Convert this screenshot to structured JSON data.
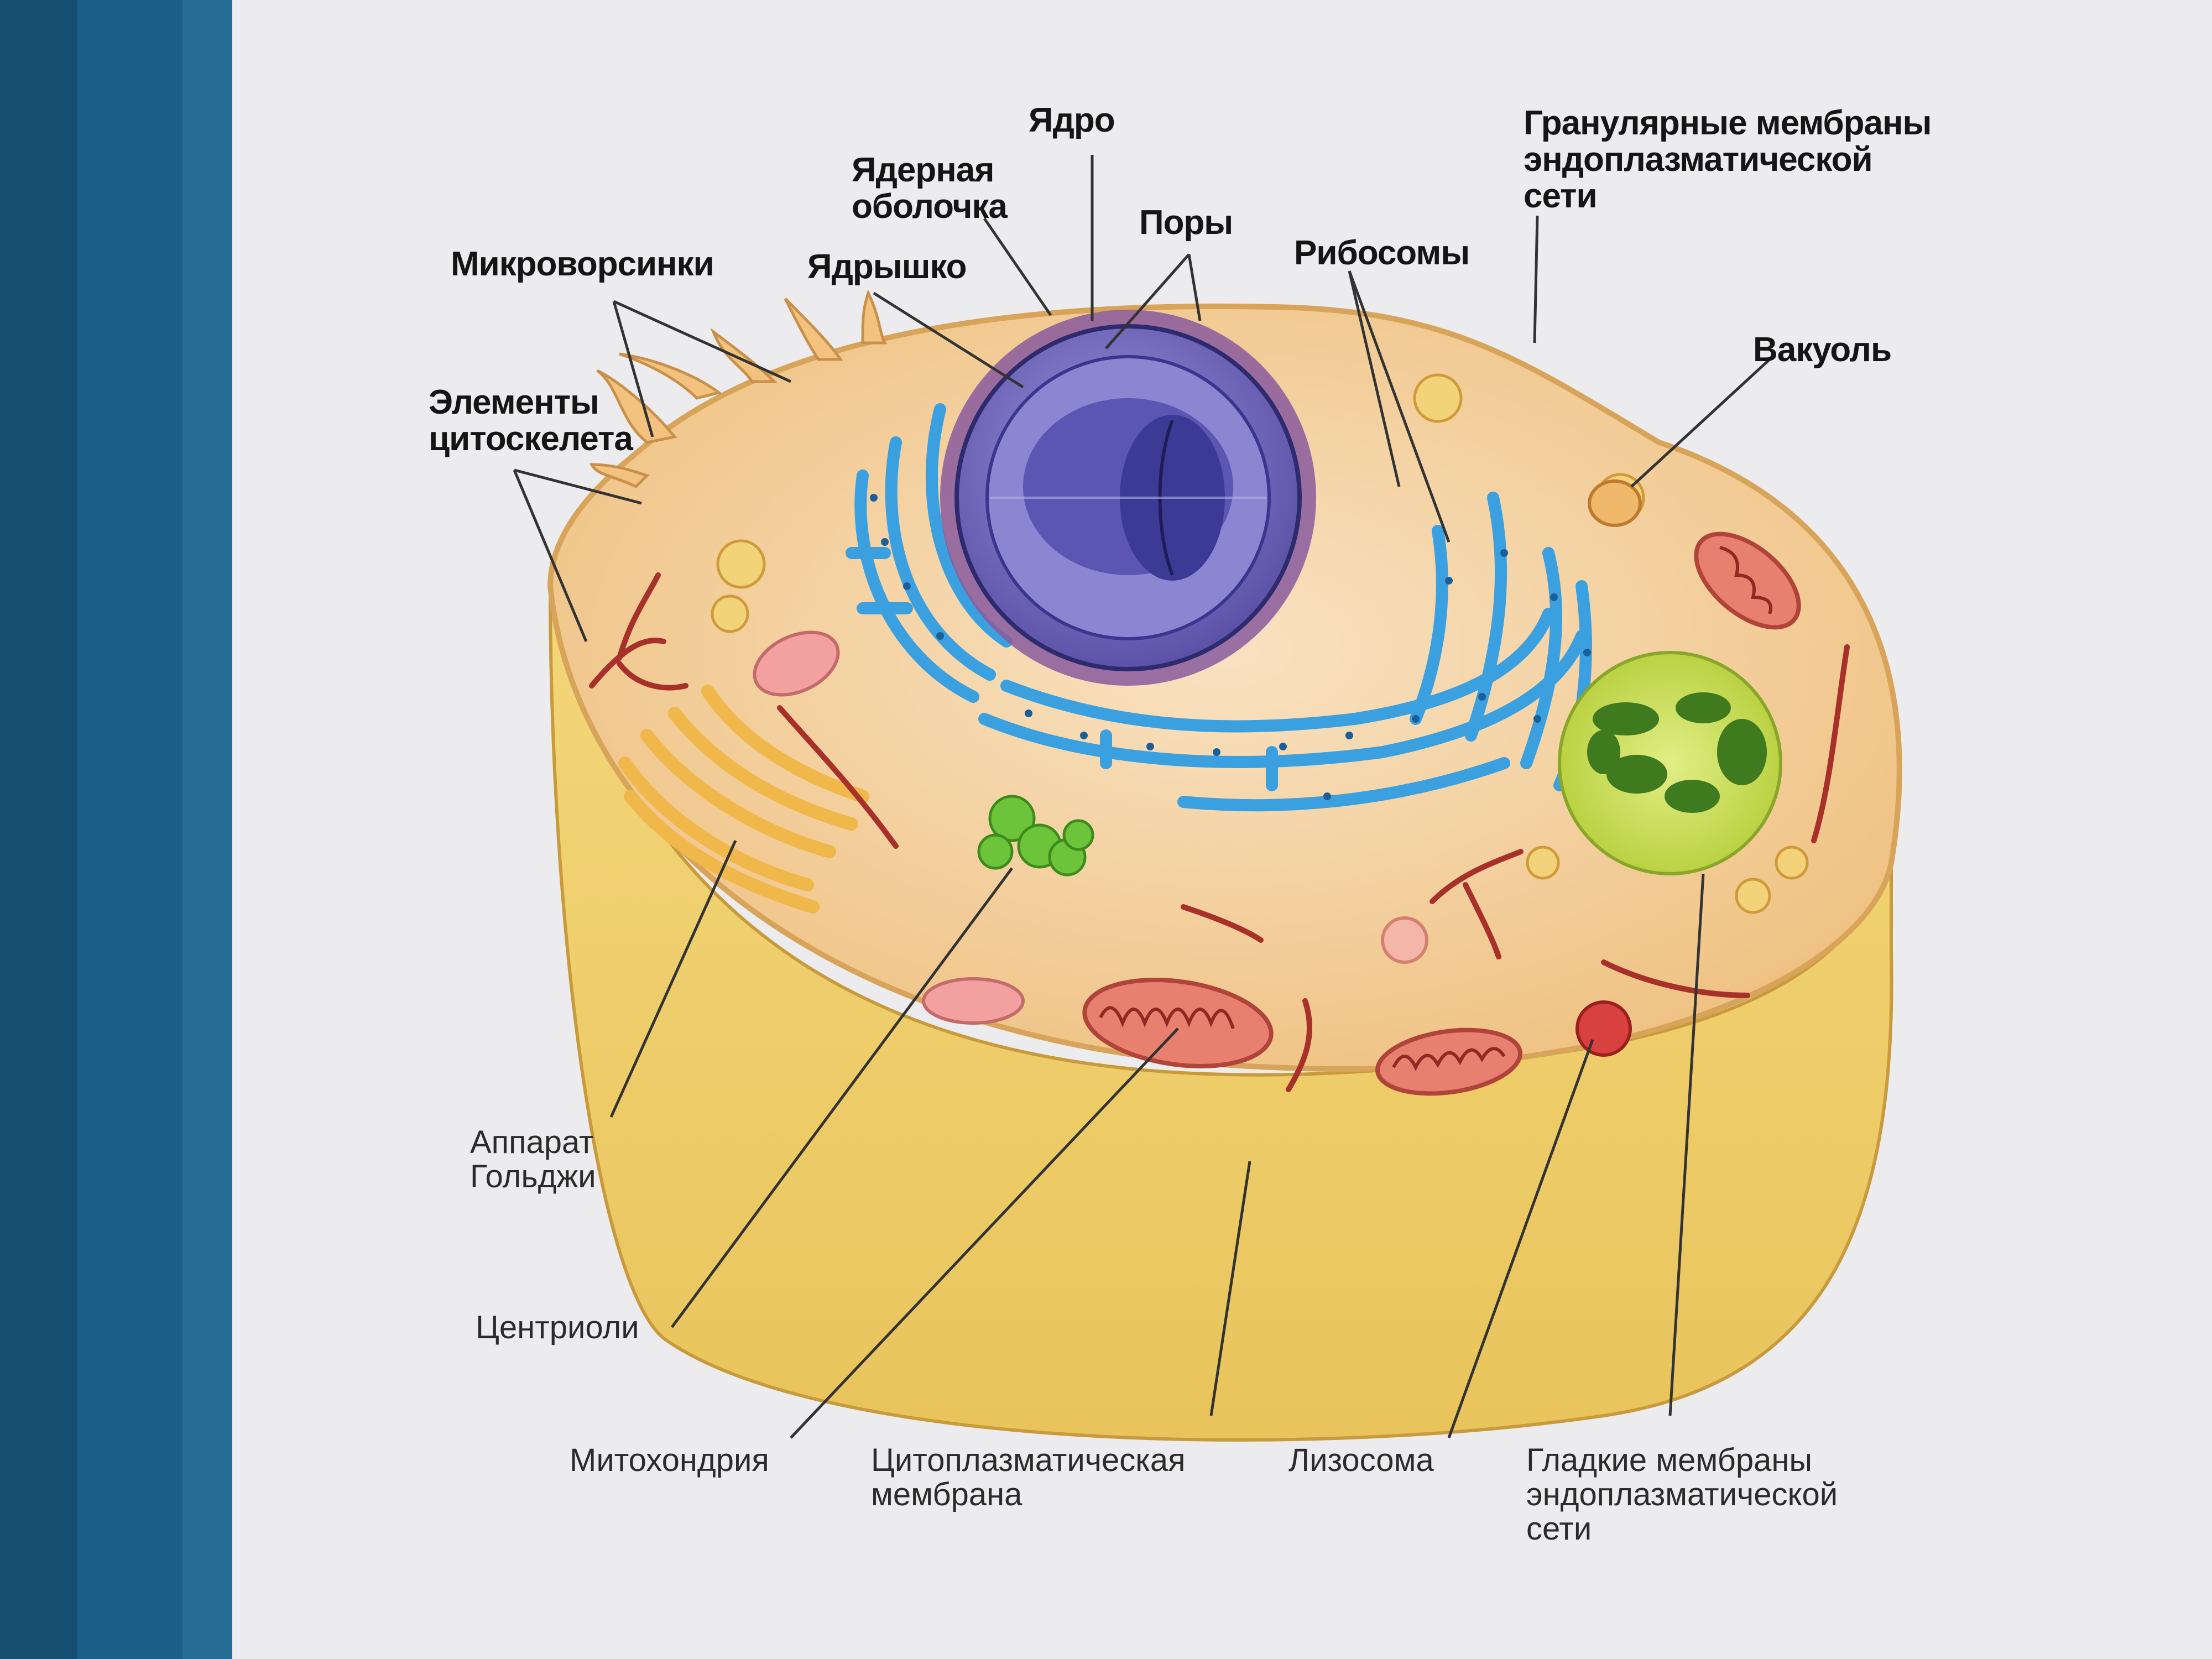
{
  "diagram": {
    "subject": "animal cell",
    "colors": {
      "screen_bezel": "#1d5f86",
      "background": "#ececee",
      "cytoplasm": "#f3c98e",
      "membrane_side": "#e8c35a",
      "nucleus": "#6d64b8",
      "nucleolus": "#3b3a95",
      "endoplasmic_reticulum": "#3aa0e0",
      "golgi": "#f0b84a",
      "mitochondrion": "#e88070",
      "centriole": "#6cc43a",
      "vacuole": "#c9e05a",
      "leader_line": "#333333"
    },
    "labels": [
      {
        "id": "nucleus",
        "text": "Ядро"
      },
      {
        "id": "nuclear_envelope",
        "text": "Ядерная\nоболочка"
      },
      {
        "id": "pores",
        "text": "Поры"
      },
      {
        "id": "rough_er",
        "text": "Гранулярные мембраны\nэндоплазматической\nсети"
      },
      {
        "id": "microvilli",
        "text": "Микроворсинки"
      },
      {
        "id": "nucleolus",
        "text": "Ядрышко"
      },
      {
        "id": "ribosomes",
        "text": "Рибосомы"
      },
      {
        "id": "vacuole",
        "text": "Вакуоль"
      },
      {
        "id": "cytoskeleton",
        "text": "Элементы\nцитоскелета"
      },
      {
        "id": "golgi",
        "text": "Аппарат\nГольджи"
      },
      {
        "id": "centrioles",
        "text": "Центриоли"
      },
      {
        "id": "mitochondrion",
        "text": "Митохондрия"
      },
      {
        "id": "cytoplasmic_membrane",
        "text": "Цитоплазматическая\nмембрана"
      },
      {
        "id": "lysosome",
        "text": "Лизосома"
      },
      {
        "id": "smooth_er",
        "text": "Гладкие мембраны\nэндоплазматической\nсети"
      }
    ]
  }
}
